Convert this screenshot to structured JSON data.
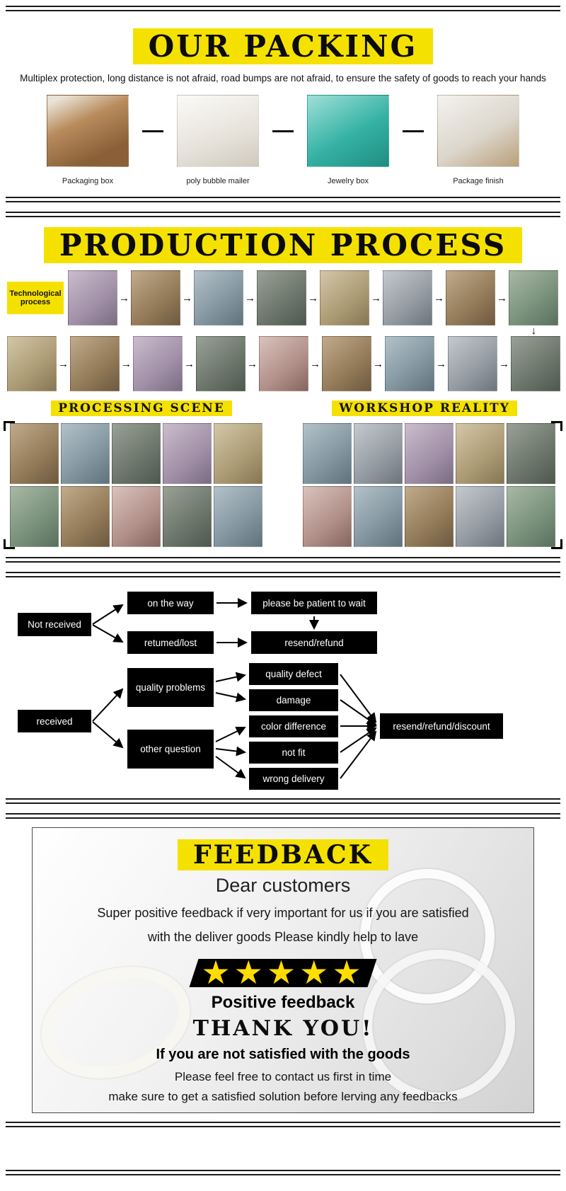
{
  "icons": {
    "right_arrow": "→",
    "down_arrow": "↓"
  },
  "colors": {
    "highlight_yellow": "#f5e100",
    "box_black": "#000000",
    "star_yellow": "#ffdd00"
  },
  "packing": {
    "title": "OUR PACKING",
    "subtitle": "Multiplex protection, long distance is not afraid, road bumps are not afraid, to ensure the safety of goods to reach your hands",
    "items": [
      {
        "label": "Packaging box"
      },
      {
        "label": "poly bubble mailer"
      },
      {
        "label": "Jewelry box"
      },
      {
        "label": "Package finish"
      }
    ]
  },
  "production": {
    "title": "PRODUCTION PROCESS",
    "flow_label": "Technological process",
    "headings": {
      "left": "PROCESSING SCENE",
      "right": "WORKSHOP REALITY"
    }
  },
  "flowchart": {
    "nodes": {
      "not_received": "Not received",
      "on_the_way": "on the way",
      "please_wait": "please be patient to wait",
      "returned_lost": "retumed/lost",
      "resend_refund": "resend/refund",
      "received": "received",
      "quality_problems": "quality problems",
      "other_question": "other question",
      "quality_defect": "quality defect",
      "damage": "damage",
      "color_difference": "color difference",
      "not_fit": "not fit",
      "wrong_delivery": "wrong delivery",
      "resolution": "resend/refund/discount"
    }
  },
  "feedback": {
    "title": "FEEDBACK",
    "greeting": "Dear customers",
    "line1": "Super positive feedback if very important for us if you are satisfied",
    "line2": "with the deliver goods Please kindly help to lave",
    "stars": "★★★★★",
    "positive_label": "Positive feedback",
    "thanks": "THANK YOU!",
    "warning": "If you are not satisfied with the goods",
    "contact_line": "Please feel free to contact us first in time",
    "solution_line": "make sure to get a satisfied solution before lerving any feedbacks"
  }
}
